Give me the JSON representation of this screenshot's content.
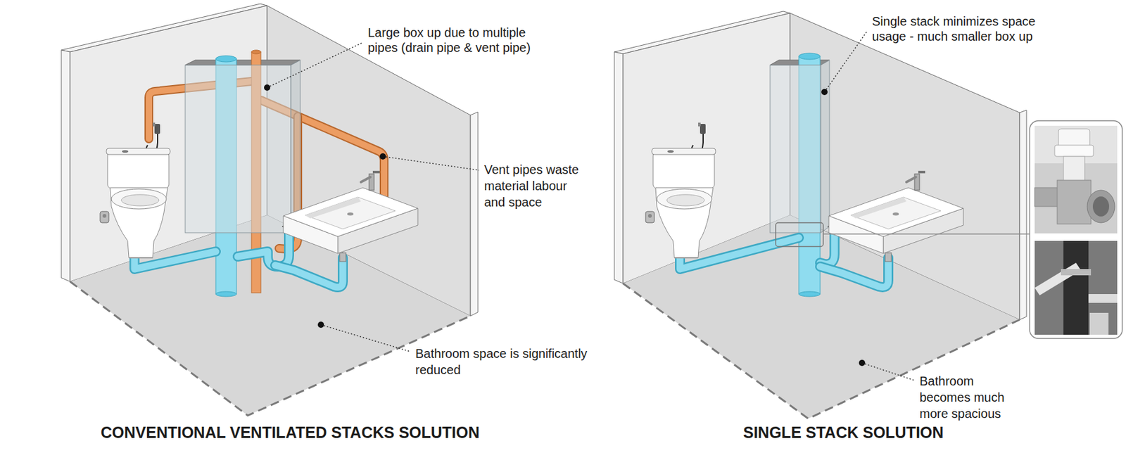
{
  "diagram": {
    "labels": [
      "Large box up due to multiple pipes (drain pipe & vent pipe)",
      "Vent pipes waste material labour and space",
      "Bathroom space is significantly reduced",
      "CONVENTIONAL VENTILATED STACKS SOLUTION",
      "Single stack minimizes space usage - much smaller box up",
      "Bathroom becomes much more spacious",
      "SINGLE STACK SOLUTION"
    ]
  }
}
